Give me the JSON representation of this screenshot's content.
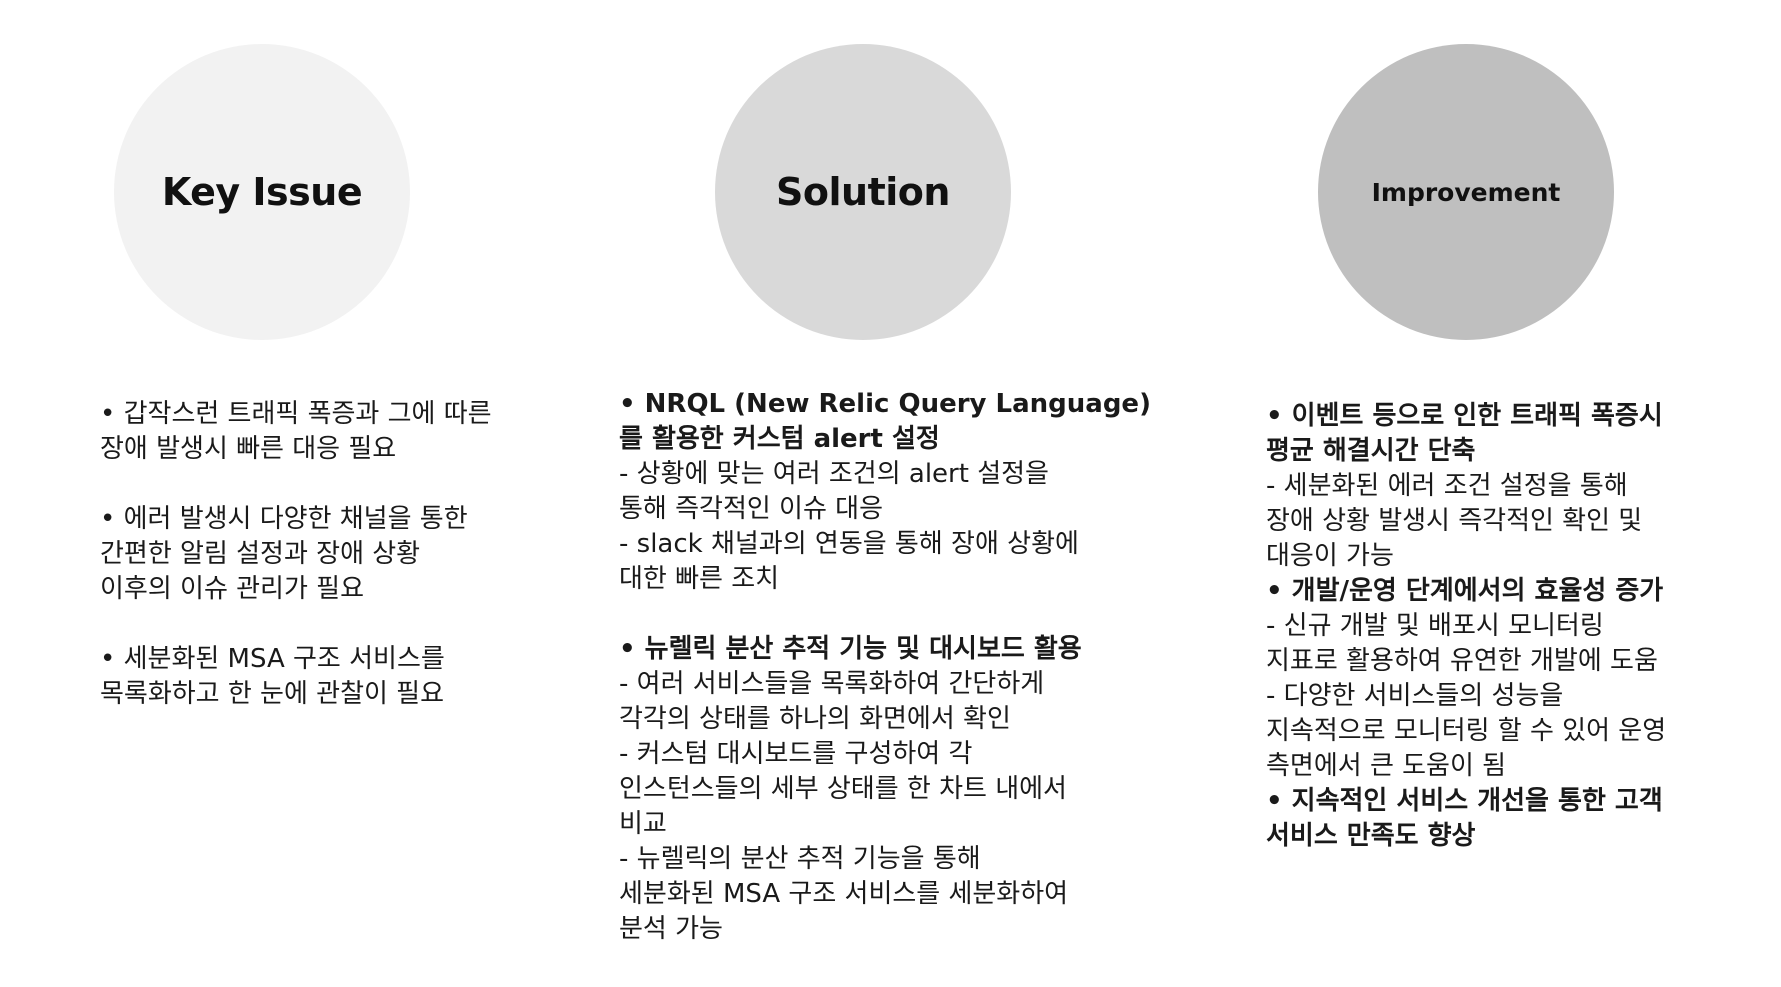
{
  "colors": {
    "circle_key_issue": "#f2f2f2",
    "circle_solution": "#d9d9d9",
    "circle_improvement": "#bfbfbf",
    "text": "#1a1a1a"
  },
  "circles": {
    "key_issue": "Key Issue",
    "solution": "Solution",
    "improvement": "Improvement"
  },
  "key_issue": {
    "p1": [
      "• 갑작스런 트래픽 폭증과 그에 따른",
      "장애 발생시 빠른 대응 필요"
    ],
    "p2": [
      "• 에러 발생시 다양한 채널을 통한",
      "간편한 알림 설정과 장애 상황",
      "이후의 이슈 관리가 필요"
    ],
    "p3": [
      "• 세분화된 MSA 구조 서비스를",
      "목록화하고 한 눈에 관찰이 필요"
    ]
  },
  "solution": {
    "h1": [
      "• NRQL (New Relic Query Language)",
      "를 활용한 커스텀 alert 설정"
    ],
    "d1": [
      " - 상황에 맞는 여러 조건의 alert 설정을",
      "통해 즉각적인 이슈 대응",
      " - slack 채널과의 연동을 통해 장애 상황에",
      "대한 빠른 조치"
    ],
    "h2": [
      "• 뉴렐릭 분산 추적 기능 및 대시보드 활용"
    ],
    "d2": [
      " - 여러 서비스들을 목록화하여 간단하게",
      "각각의 상태를 하나의 화면에서 확인",
      " - 커스텀 대시보드를 구성하여 각",
      "인스턴스들의 세부 상태를 한 차트 내에서",
      "비교",
      " - 뉴렐릭의 분산 추적 기능을 통해",
      "세분화된 MSA 구조 서비스를 세분화하여",
      "분석 가능"
    ]
  },
  "improvement": {
    "h1": [
      "• 이벤트 등으로 인한 트래픽 폭증시",
      "평균 해결시간 단축"
    ],
    "d1": [
      " - 세분화된 에러 조건 설정을 통해",
      "장애 상황 발생시 즉각적인 확인 및",
      "대응이 가능"
    ],
    "h2": [
      "• 개발/운영 단계에서의 효율성 증가"
    ],
    "d2": [
      " - 신규 개발 및 배포시 모니터링",
      "지표로 활용하여 유연한 개발에 도움",
      "- 다양한 서비스들의 성능을",
      "지속적으로 모니터링 할 수 있어 운영",
      "측면에서 큰 도움이 됨"
    ],
    "h3": [
      "• 지속적인 서비스 개선을 통한 고객",
      "서비스 만족도 향상"
    ]
  }
}
